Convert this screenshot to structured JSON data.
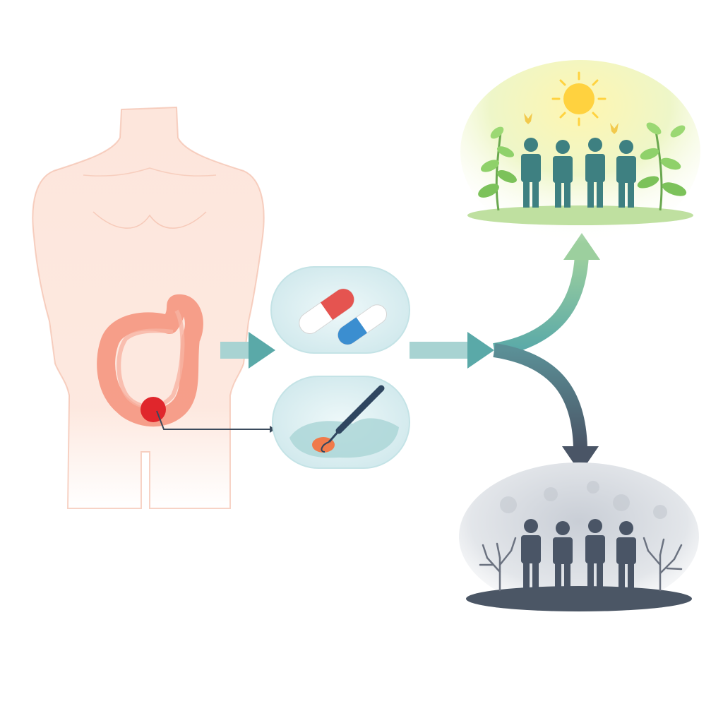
{
  "diagram": {
    "title": "",
    "nodes": [
      {
        "id": "patient",
        "icon": "human-body-with-colon-tumor-icon"
      },
      {
        "id": "medication",
        "icon": "pill-capsules-icon"
      },
      {
        "id": "procedure",
        "icon": "endoscopic-tool-icon"
      },
      {
        "id": "positive_outcome",
        "icon": "healthy-people-sunny-scene-icon"
      },
      {
        "id": "negative_outcome",
        "icon": "people-gloomy-scene-icon"
      }
    ],
    "edges": [
      {
        "from": "patient",
        "to": "medication"
      },
      {
        "from": "patient",
        "to": "procedure"
      },
      {
        "from": "medication",
        "to": "positive_outcome"
      },
      {
        "from": "medication",
        "to": "negative_outcome"
      }
    ]
  },
  "colors": {
    "skin": "#fde6dc",
    "skin_outline": "#f2b6a0",
    "colon": "#f4907a",
    "tumor": "#e0262c",
    "arrow_teal": "#5aa9a8",
    "arrow_up": "#8fc7a0",
    "arrow_down": "#4e5d75",
    "bubble": "#d7eef0",
    "capsule_red": "#e55450",
    "capsule_blue": "#3b8ed0",
    "sun": "#ffd23f",
    "figure_teal": "#3e8081",
    "figure_dark": "#4a5566",
    "leaf": "#7cc25a"
  }
}
